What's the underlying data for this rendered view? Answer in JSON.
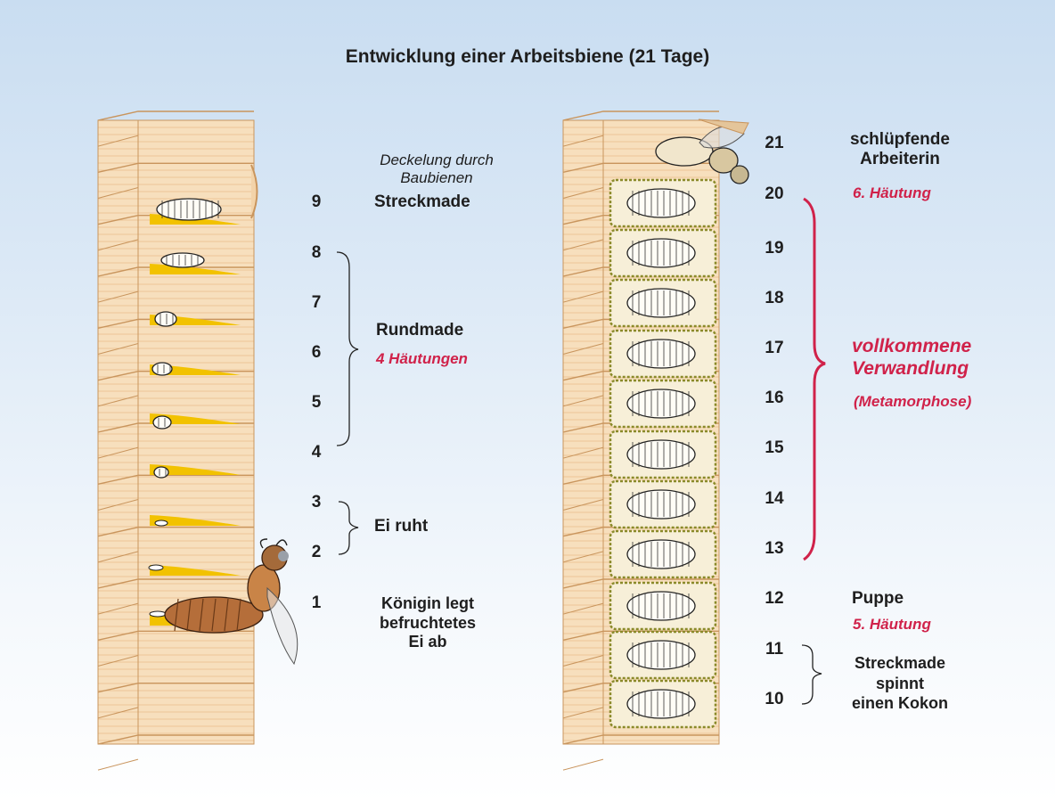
{
  "title": "Entwicklung einer Arbeitsbiene (21 Tage)",
  "colors": {
    "wax": "#f6dcb8",
    "waxLine": "#c9955d",
    "food": "#f2c200",
    "accent": "#d0224a",
    "cocoon": "#8a8a2a"
  },
  "left": {
    "capping_note": [
      "Deckelung durch",
      "Baubienen"
    ],
    "stage_9": "Streckmade",
    "stage_round": "Rundmade",
    "stage_round_moult": "4 Häutungen",
    "stage_egg": "Ei ruht",
    "stage_queen": [
      "Königin legt",
      "befruchtetes",
      "Ei ab"
    ],
    "days": [
      "9",
      "8",
      "7",
      "6",
      "5",
      "4",
      "3",
      "2",
      "1"
    ]
  },
  "right": {
    "stage_21": [
      "schlüpfende",
      "Arbeiterin"
    ],
    "moult_6": "6. Häutung",
    "metamorphosis": [
      "vollkommene",
      "Verwandlung",
      "(Metamorphose)"
    ],
    "stage_pupa": "Puppe",
    "moult_5": "5. Häutung",
    "stage_spin": [
      "Streckmade",
      "spinnt",
      "einen Kokon"
    ],
    "days": [
      "21",
      "20",
      "19",
      "18",
      "17",
      "16",
      "15",
      "14",
      "13",
      "12",
      "11",
      "10"
    ]
  }
}
